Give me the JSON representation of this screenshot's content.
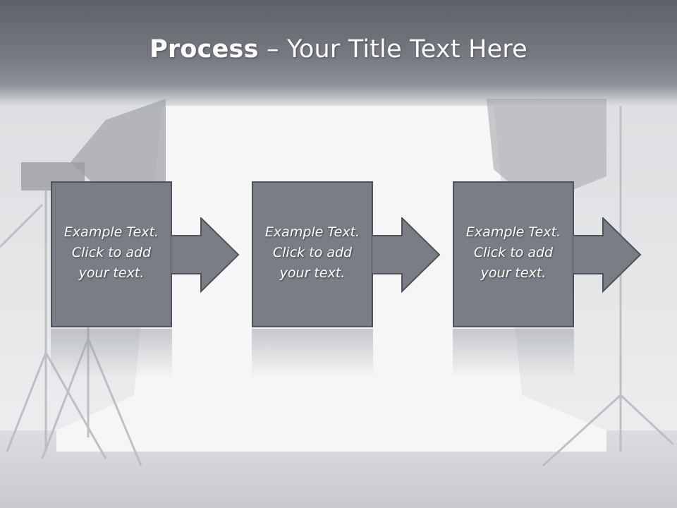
{
  "slide": {
    "title_bold": "Process",
    "title_rest": " – Your Title Text Here"
  },
  "steps": [
    {
      "line1": "Example Text.",
      "line2": "Click  to add",
      "line3": "your text."
    },
    {
      "line1": "Example Text.",
      "line2": "Click  to add",
      "line3": "your text."
    },
    {
      "line1": "Example Text.",
      "line2": "Click  to add",
      "line3": "your text."
    }
  ],
  "colors": {
    "box_fill": "#7a7d85",
    "box_border": "#4f5258",
    "title_band": "#6a6c73"
  },
  "icons": {
    "connector": "right-arrow-icon"
  }
}
